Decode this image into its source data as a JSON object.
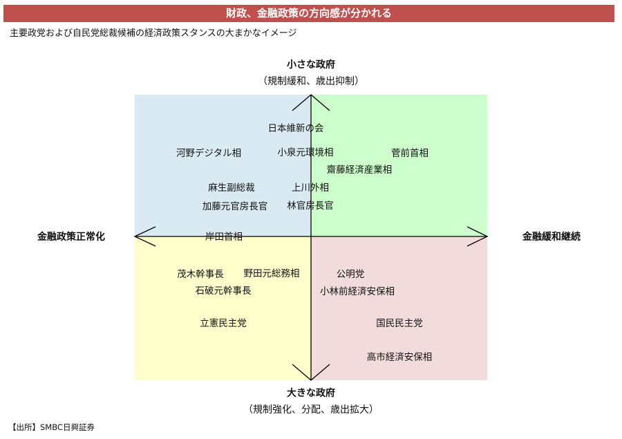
{
  "header": {
    "title": "財政、金融政策の方向感が分かれる",
    "subtitle": "主要政党および自民党総裁候補の経済政策スタンスの大まかなイメージ"
  },
  "axes": {
    "top": {
      "label": "小さな政府",
      "sub": "（規制緩和、歳出抑制）"
    },
    "bottom": {
      "label": "大きな政府",
      "sub": "（規制強化、分配、歳出拡大）"
    },
    "left": {
      "label": "金融政策正常化"
    },
    "right": {
      "label": "金融緩和継続"
    }
  },
  "quadrant_colors": {
    "top_left": "#daeaf2",
    "top_right": "#ccffcc",
    "bottom_left": "#ffffcc",
    "bottom_right": "#f2dcdb"
  },
  "items": [
    "日本維新の会",
    "河野デジタル相",
    "小泉元環境相",
    "菅前首相",
    "齋藤経済産業相",
    "麻生副総裁",
    "上川外相",
    "加藤元官房長官",
    "林官房長官",
    "岸田首相",
    "茂木幹事長",
    "野田元総務相",
    "石破元幹事長",
    "立憲民主党",
    "公明党",
    "小林前経済安保相",
    "国民民主党",
    "高市経済安保相"
  ],
  "source": "【出所】SMBC日興証券"
}
